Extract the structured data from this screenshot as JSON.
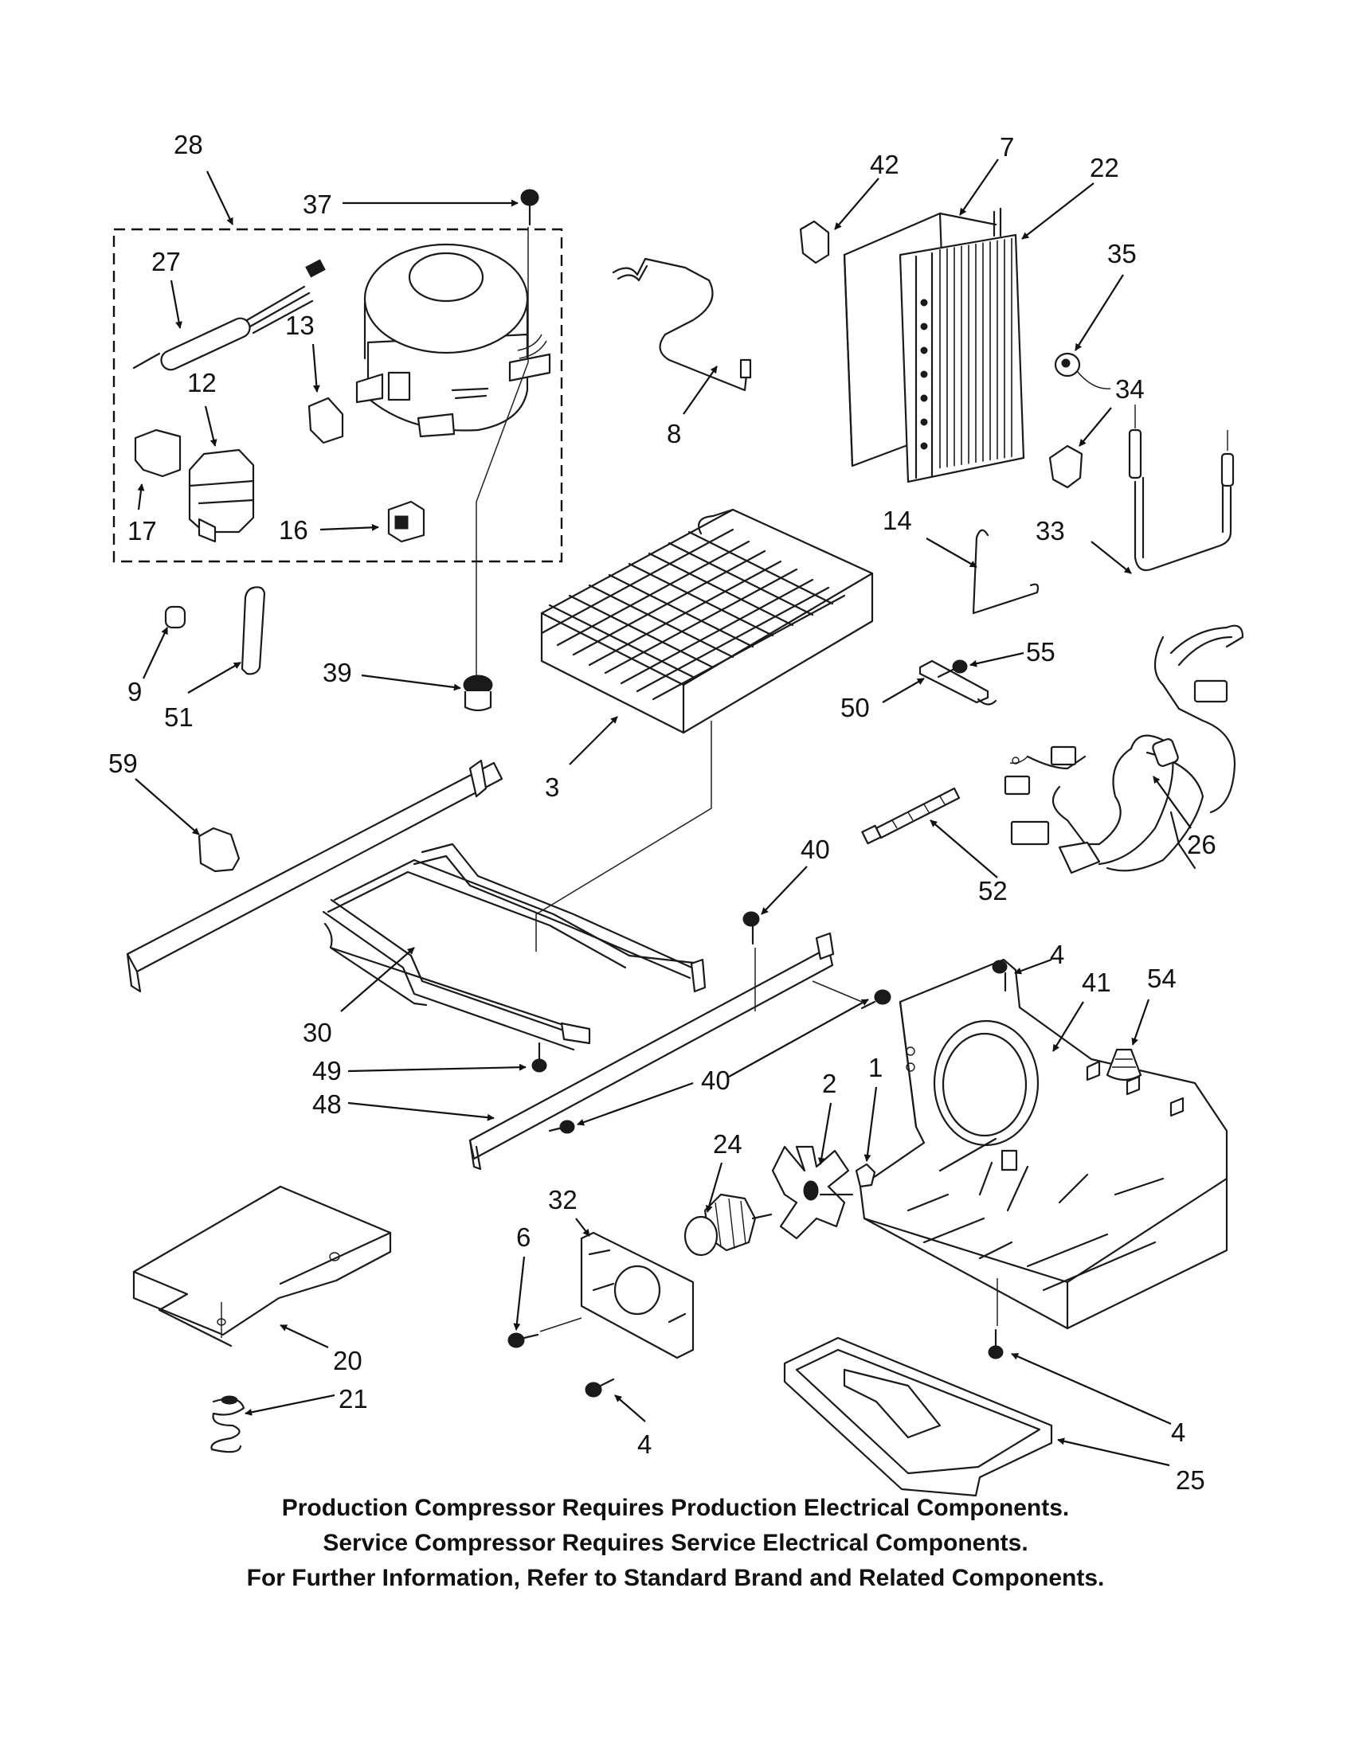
{
  "callouts": [
    "28",
    "37",
    "27",
    "13",
    "12",
    "17",
    "16",
    "42",
    "7",
    "22",
    "35",
    "34",
    "8",
    "14",
    "33",
    "3",
    "55",
    "50",
    "9",
    "51",
    "39",
    "59",
    "26",
    "52",
    "40",
    "4",
    "41",
    "54",
    "30",
    "49",
    "48",
    "40",
    "2",
    "1",
    "24",
    "32",
    "6",
    "20",
    "21",
    "4",
    "4",
    "25"
  ],
  "notes": [
    "Production Compressor Requires Production Electrical Components.",
    "Service Compressor Requires Service Electrical Components.",
    "For Further Information, Refer to Standard Brand and Related Components."
  ]
}
